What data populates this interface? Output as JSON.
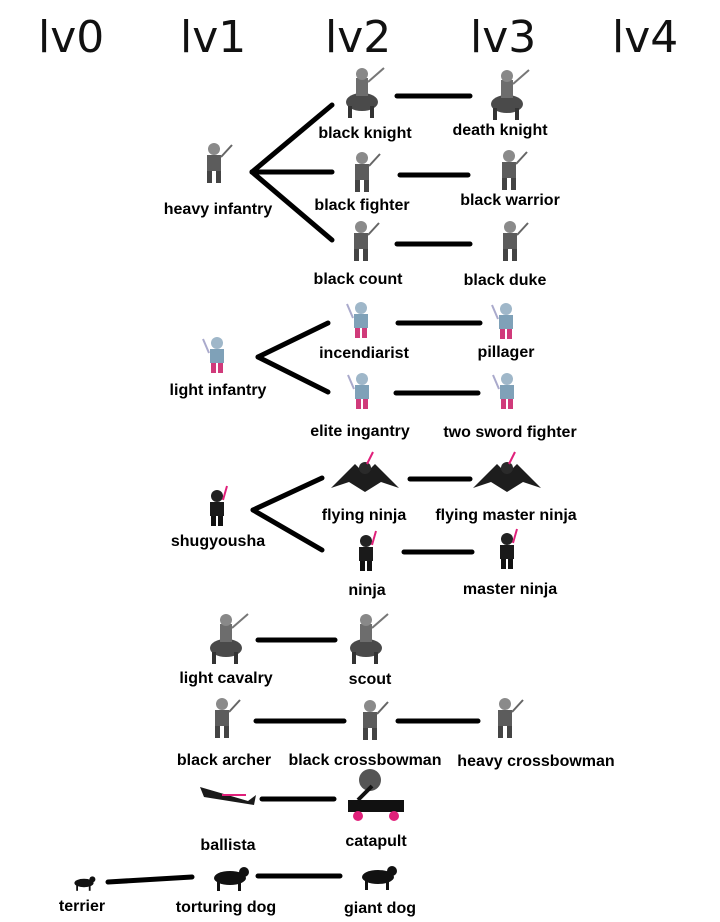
{
  "levels": [
    "lv0",
    "lv1",
    "lv2",
    "lv3",
    "lv4"
  ],
  "units": {
    "black_knight": "black knight",
    "death_knight": "death knight",
    "heavy_infantry": "heavy infantry",
    "black_fighter": "black fighter",
    "black_warrior": "black warrior",
    "black_count": "black count",
    "black_duke": "black duke",
    "incendiarist": "incendiarist",
    "pillager": "pillager",
    "light_infantry": "light infantry",
    "elite_ingantry": "elite ingantry",
    "two_sword_fighter": "two sword fighter",
    "flying_ninja": "flying ninja",
    "flying_master_ninja": "flying master ninja",
    "shugyousha": "shugyousha",
    "ninja": "ninja",
    "master_ninja": "master ninja",
    "light_cavalry": "light cavalry",
    "scout": "scout",
    "black_archer": "black archer",
    "black_crossbowman": "black crossbowman",
    "heavy_crossbowman": "heavy crossbowman",
    "ballista": "ballista",
    "catapult": "catapult",
    "terrier": "terrier",
    "torturing_dog": "torturing dog",
    "giant_dog": "giant dog"
  },
  "colors": {
    "line": "#000000",
    "accent": "#e0207a"
  }
}
